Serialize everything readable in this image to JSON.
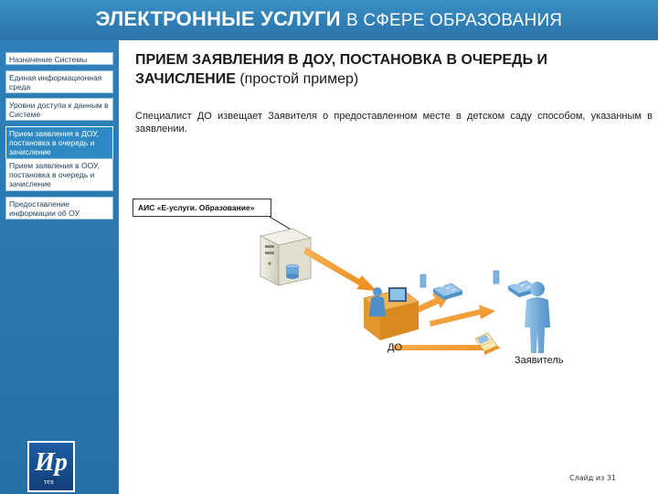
{
  "header": {
    "title_bold": "ЭЛЕКТРОННЫЕ УСЛУГИ",
    "title_light": "В СФЕРЕ ОБРАЗОВАНИЯ"
  },
  "sidebar": {
    "items": [
      {
        "label": "Назначение Системы",
        "active": false
      },
      {
        "label": "Единая информационная среда",
        "active": false
      },
      {
        "label": "Уровни доступа к данным в Системе",
        "active": false
      },
      {
        "label": "Прием заявления в ДОУ, постановка в очередь и зачисление",
        "active": true
      },
      {
        "label": "Прием заявления в ООУ, постановка в очередь и зачисление",
        "active": false
      },
      {
        "label": "Предоставление информации об ОУ",
        "active": false
      }
    ],
    "logo": {
      "text": "Ир",
      "subtext": "тех"
    }
  },
  "main": {
    "title": "ПРИЕМ ЗАЯВЛЕНИЯ В ДОУ, ПОСТАНОВКА В ОЧЕРЕДЬ И ЗАЧИСЛЕНИЕ",
    "title_note": "(простой пример)",
    "description": "Специалист ДО извещает Заявителя о предоставленном месте в детском саду способом, указанным в заявлении."
  },
  "diagram": {
    "system_label": "АИС «Е-услуги. Образование»",
    "node_do_label": "ДО",
    "node_applicant_label": "Заявитель",
    "icons": [
      "server-icon",
      "workstation-icon",
      "telephone-icon",
      "envelope-icon",
      "person-icon"
    ],
    "colors": {
      "arrow": "#f39a2b",
      "server": "#e9e7dc",
      "person": "#6aa6d6",
      "device": "#7fb3e0"
    }
  },
  "footer": {
    "slide_number": "Слайд из 31"
  }
}
